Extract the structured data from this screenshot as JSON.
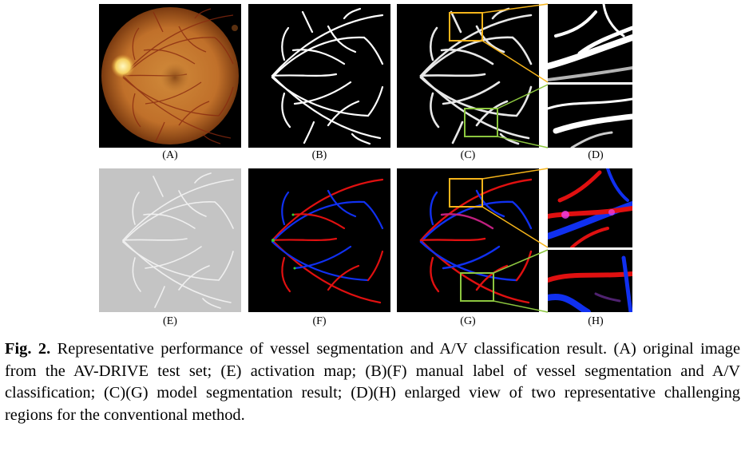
{
  "figure": {
    "panels": [
      {
        "id": "A",
        "label": "(A)",
        "content": "fundus photograph"
      },
      {
        "id": "B",
        "label": "(B)",
        "content": "manual vessel segmentation label"
      },
      {
        "id": "C",
        "label": "(C)",
        "content": "model segmentation result"
      },
      {
        "id": "D",
        "label": "(D)",
        "content": "enlarged views of regions in C"
      },
      {
        "id": "E",
        "label": "(E)",
        "content": "activation map"
      },
      {
        "id": "F",
        "label": "(F)",
        "content": "manual A/V classification label"
      },
      {
        "id": "G",
        "label": "(G)",
        "content": "model A/V classification result"
      },
      {
        "id": "H",
        "label": "(H)",
        "content": "enlarged views of regions in G"
      }
    ],
    "caption_label": "Fig. 2.",
    "caption_text": "Representative performance of vessel segmentation and A/V classification result. (A) original image from the AV-DRIVE test set; (E) activation map; (B)(F) manual label of vessel segmentation and A/V classification; (C)(G) model segmentation result; (D)(H) enlarged view of two representative challenging regions for the conventional method.",
    "colors": {
      "highlight_box_1": "#f5b41a",
      "highlight_box_2": "#8cc63f",
      "artery": "#e01010",
      "vein": "#1030f0"
    }
  }
}
